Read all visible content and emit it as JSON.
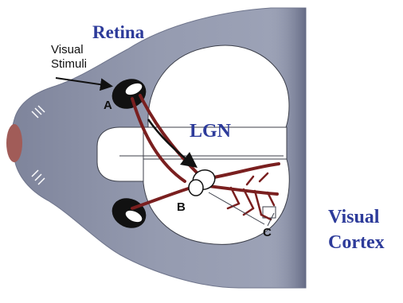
{
  "labels": {
    "retina": "Retina",
    "visual_stimuli_line1": "Visual",
    "visual_stimuli_line2": "Stimuli",
    "lgn": "LGN",
    "visual_cortex_line1": "Visual",
    "visual_cortex_line2": "Cortex",
    "point_a": "A",
    "point_b": "B",
    "point_c": "C"
  },
  "colors": {
    "head": "#8d93a8",
    "head_shadow": "#6b718a",
    "brain": "#ffffff",
    "brain_outline": "#3c3f4a",
    "pathway": "#7a1f1f",
    "nose": "#a15c58",
    "label_blue": "#2d3b9a",
    "background": "#ffffff"
  }
}
